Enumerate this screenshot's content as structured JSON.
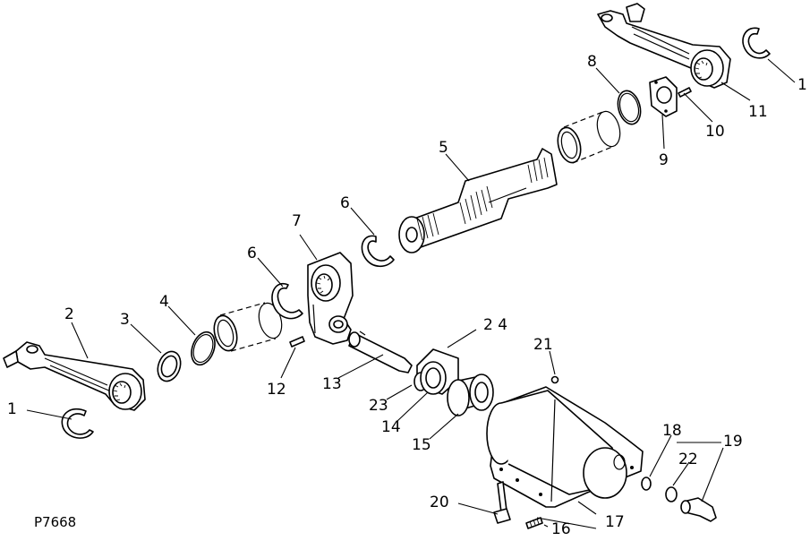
{
  "figure_code": "P7668",
  "callouts": {
    "c1_left": "1",
    "c1_right": "1",
    "c2": "2",
    "c3": "3",
    "c4": "4",
    "c5": "5",
    "c6_left": "6",
    "c6_right": "6",
    "c7": "7",
    "c8": "8",
    "c9": "9",
    "c10": "10",
    "c11": "11",
    "c12": "12",
    "c13": "13",
    "c14": "14",
    "c15": "15",
    "c16": "16",
    "c17": "17",
    "c18": "18",
    "c19": "19",
    "c20": "20",
    "c21": "21",
    "c22": "22",
    "c23": "23",
    "c24": "2 4"
  }
}
